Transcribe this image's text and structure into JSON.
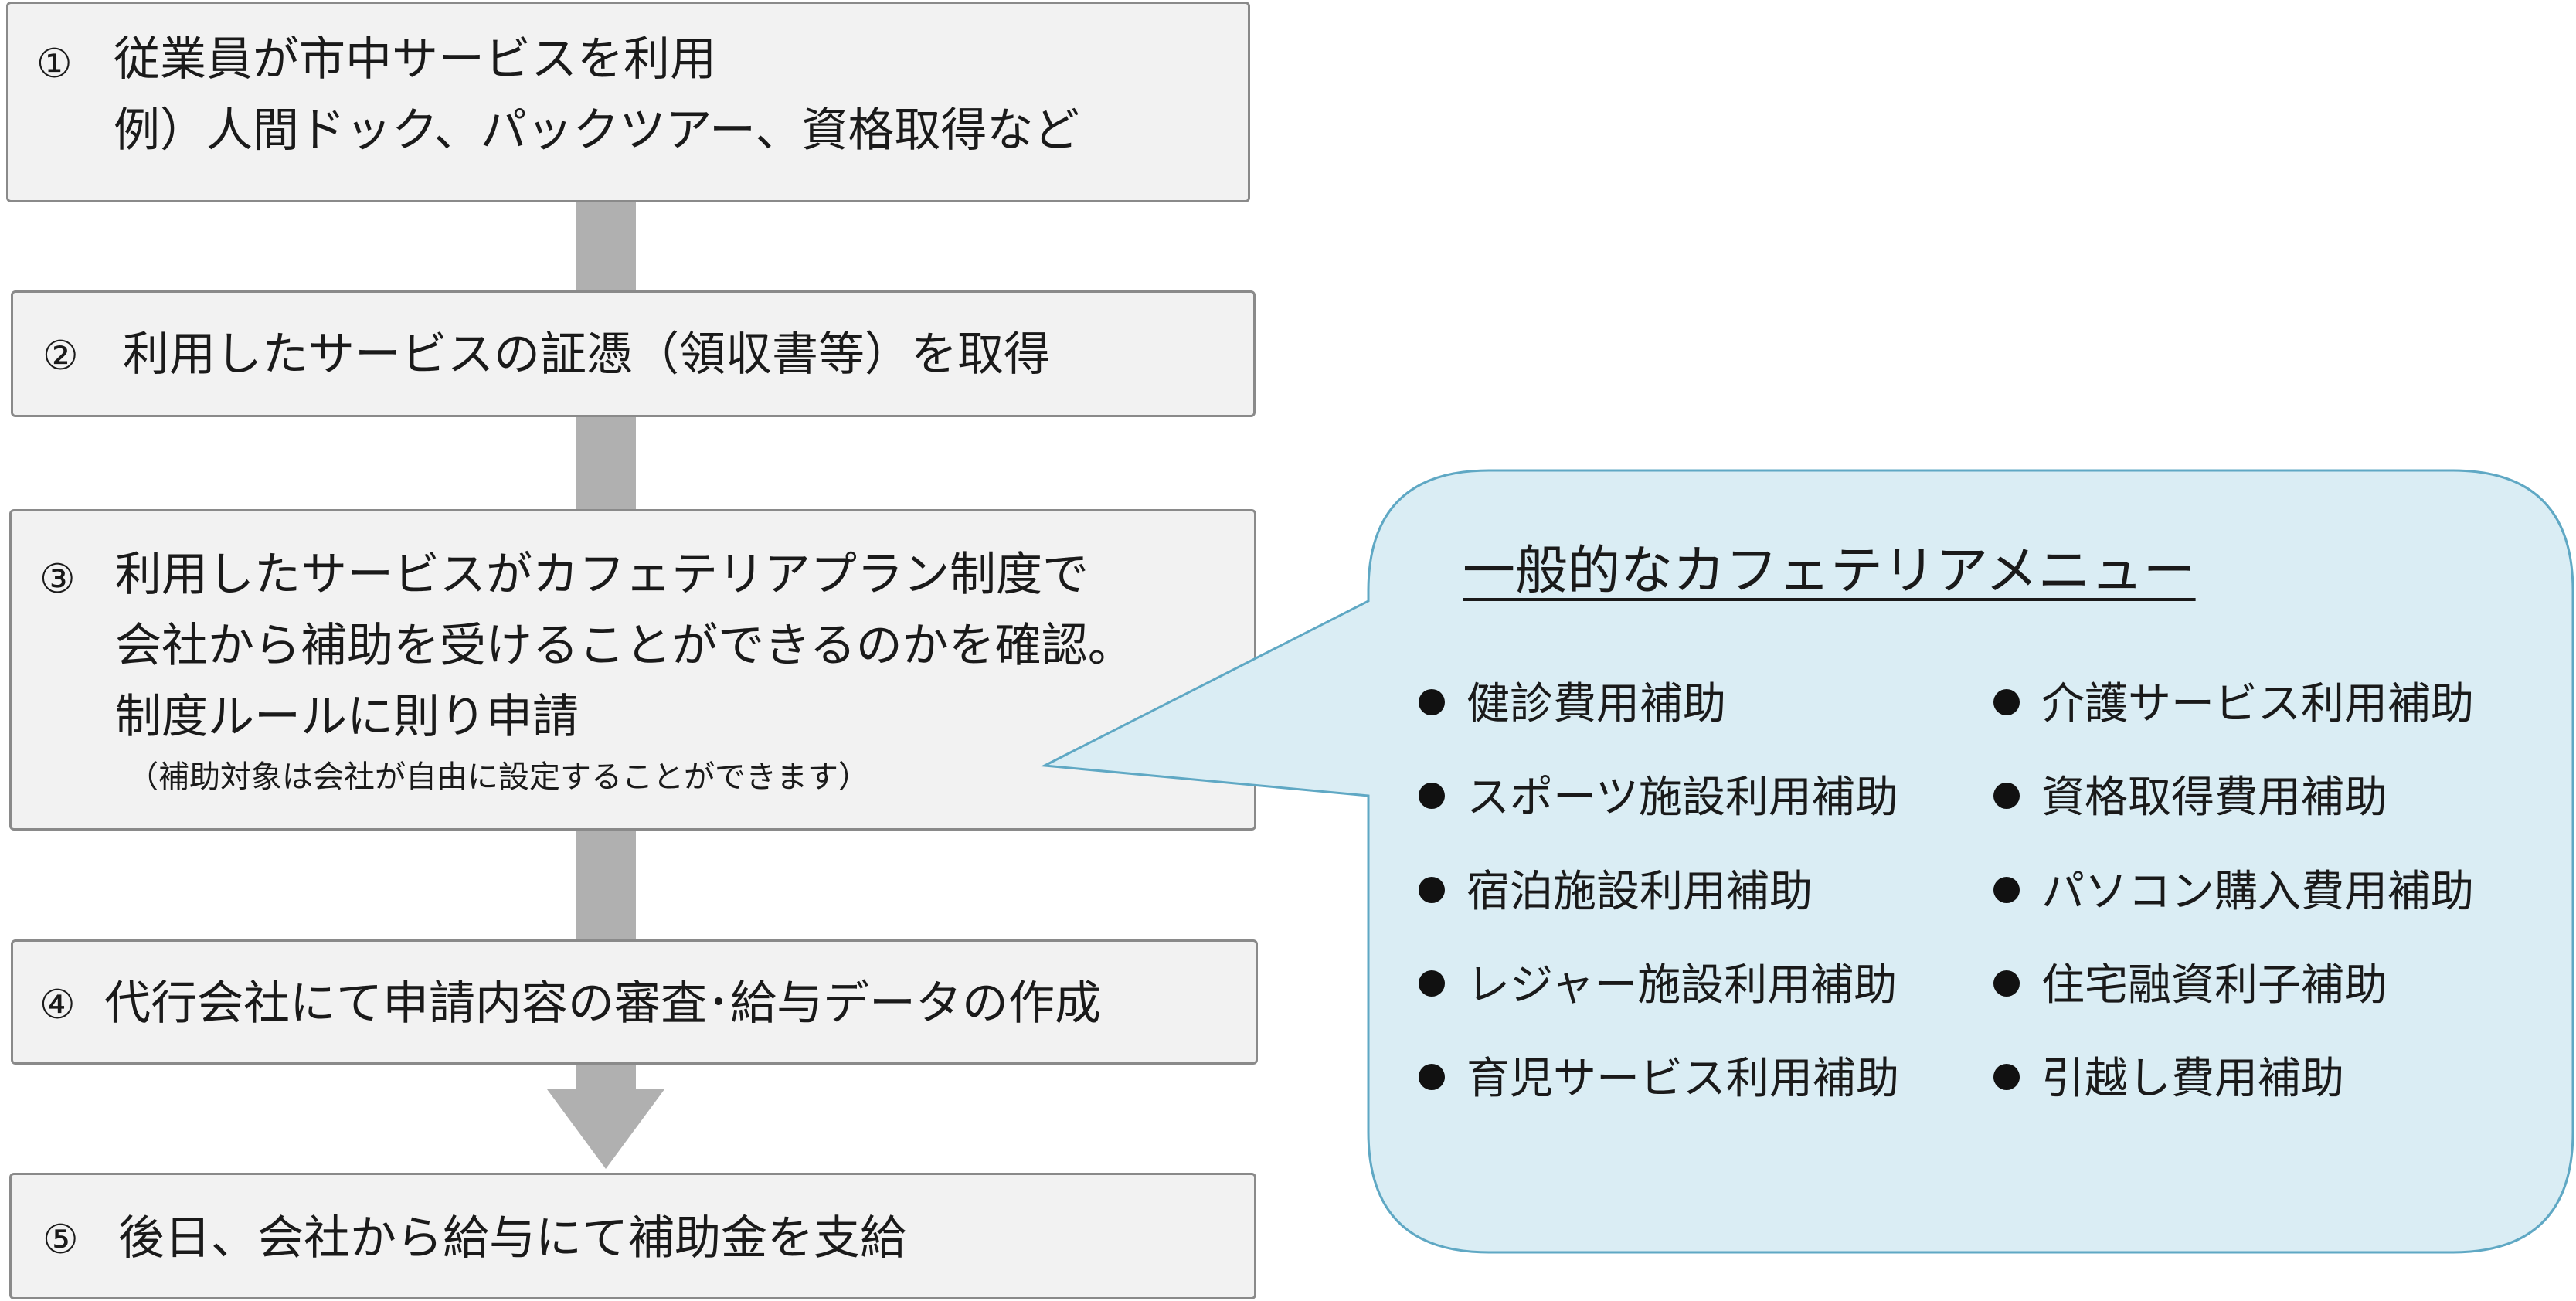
{
  "steps": [
    {
      "num": "①",
      "lines": [
        "従業員が市中サービスを利用",
        "例）人間ドック、パックツアー、資格取得など"
      ]
    },
    {
      "num": "②",
      "lines": [
        "利用したサービスの証憑（領収書等）を取得"
      ]
    },
    {
      "num": "③",
      "lines": [
        "利用したサービスがカフェテリアプラン制度で",
        "会社から補助を受けることができるのかを確認。",
        "制度ルールに則り申請"
      ],
      "note": "（補助対象は会社が自由に設定することができます）"
    },
    {
      "num": "④",
      "lines": [
        "代行会社にて申請内容の審査･給与データの作成"
      ]
    },
    {
      "num": "⑤",
      "lines": [
        "後日、会社から給与にて補助金を支給"
      ]
    }
  ],
  "menu": {
    "title": "一般的なカフェテリアメニュー",
    "left_items": [
      "健診費用補助",
      "スポーツ施設利用補助",
      "宿泊施設利用補助",
      "レジャー施設利用補助",
      "育児サービス利用補助"
    ],
    "right_items": [
      "介護サービス利用補助",
      "資格取得費用補助",
      "パソコン購入費用補助",
      "住宅融資利子補助",
      "引越し費用補助"
    ]
  },
  "colors": {
    "step_fill": "#f2f2f2",
    "step_border": "#8a8a8a",
    "connector": "#b0b0b0",
    "callout_fill": "#daedf4",
    "callout_border": "#5fa8c4"
  }
}
